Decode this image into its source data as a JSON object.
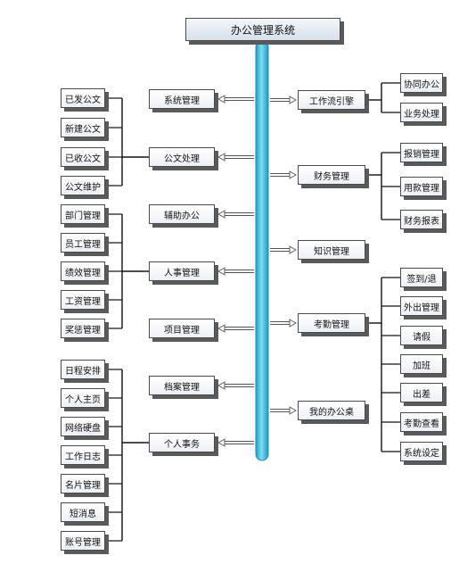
{
  "title": "办公管理系统",
  "colors": {
    "pipe": "#3fc1e6",
    "pipe_edge": "#1b8fb5",
    "connector": "#111111",
    "box_border": "#4a4a4a",
    "box_shadow": "#5a5a5a"
  },
  "left_modules": [
    {
      "label": "系统管理",
      "children": []
    },
    {
      "label": "公文处理",
      "children": [
        "已发公文",
        "新建公文",
        "已收公文",
        "公文维护"
      ]
    },
    {
      "label": "辅助办公",
      "children": []
    },
    {
      "label": "人事管理",
      "children": [
        "部门管理",
        "员工管理",
        "绩效管理",
        "工资管理",
        "奖惩管理"
      ]
    },
    {
      "label": "项目管理",
      "children": []
    },
    {
      "label": "档案管理",
      "children": []
    },
    {
      "label": "个人事务",
      "children": [
        "日程安排",
        "个人主页",
        "网络硬盘",
        "工作日志",
        "名片管理",
        "短消息",
        "账号管理"
      ]
    }
  ],
  "right_modules": [
    {
      "label": "工作流引擎",
      "children": [
        "协同办公",
        "业务处理"
      ]
    },
    {
      "label": "财务管理",
      "children": [
        "报销管理",
        "用款管理",
        "财务报表"
      ]
    },
    {
      "label": "知识管理",
      "children": []
    },
    {
      "label": "考勤管理",
      "children": [
        "签到/退",
        "外出管理",
        "请假",
        "加班",
        "出差",
        "考勤查看",
        "系统设定"
      ]
    },
    {
      "label": "我的办公桌",
      "children": []
    }
  ]
}
